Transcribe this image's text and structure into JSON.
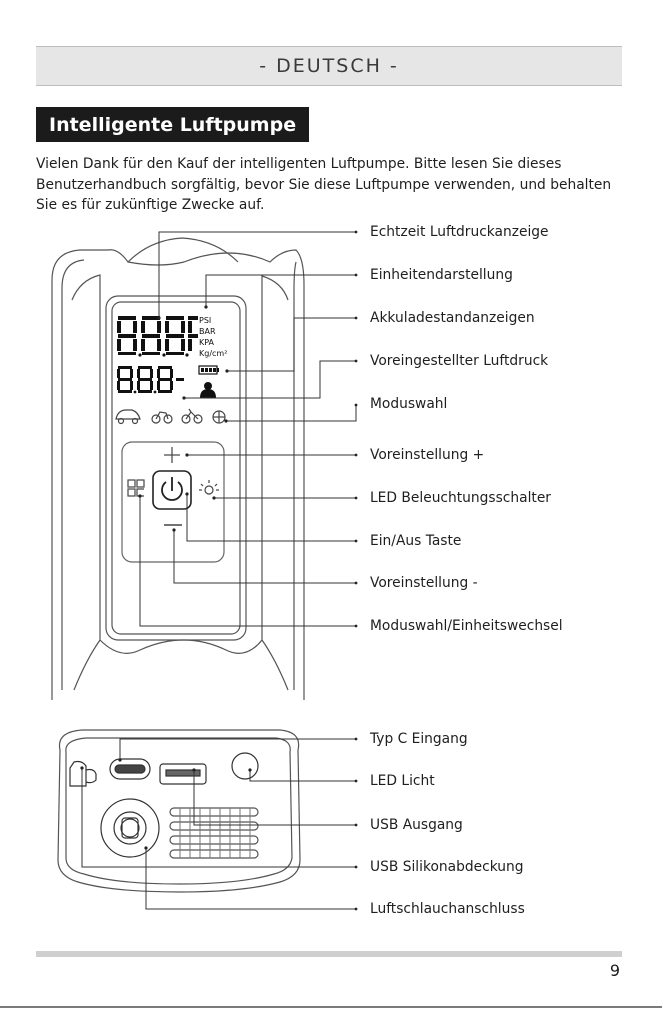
{
  "header": {
    "language": "- DEUTSCH -"
  },
  "title": "Intelligente Luftpumpe",
  "intro": "Vielen Dank für den Kauf der intelligenten Luftpumpe. Bitte lesen Sie dieses Benutzerhandbuch sorgfältig, bevor Sie diese Luftpumpe verwenden, und behalten Sie es für zukünftige Zwecke auf.",
  "front_callouts": [
    "Echtzeit Luftdruckanzeige",
    "Einheitendarstellung",
    "Akkuladestandanzeigen",
    "Voreingestellter Luftdruck",
    "Moduswahl",
    "Voreinstellung +",
    "LED Beleuchtungsschalter",
    "Ein/Aus Taste",
    "Voreinstellung -",
    "Moduswahl/Einheitswechsel"
  ],
  "back_callouts": [
    "Typ C Eingang",
    "LED Licht",
    "USB Ausgang",
    "USB Silikonabdeckung",
    "Luftschlauchanschluss"
  ],
  "display": {
    "units": [
      "PSI",
      "BAR",
      "KPA",
      "Kg/cm²"
    ]
  },
  "page_number": "9"
}
